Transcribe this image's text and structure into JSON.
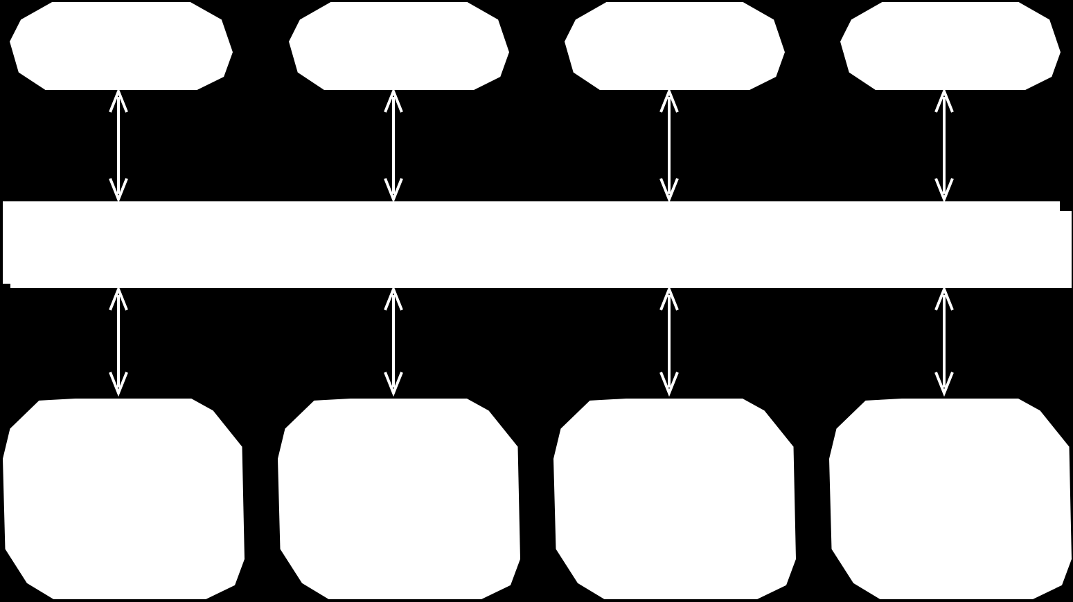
{
  "colors": {
    "background": "#000000",
    "shape_fill": "#ffffff",
    "arrow": "#ffffff"
  },
  "diagram": {
    "top_nodes": [
      {
        "shape": "octagon-ellipse",
        "label": ""
      },
      {
        "shape": "octagon-ellipse",
        "label": ""
      },
      {
        "shape": "octagon-ellipse",
        "label": ""
      },
      {
        "shape": "octagon-ellipse",
        "label": ""
      }
    ],
    "bus": {
      "shape": "rectangle",
      "label": ""
    },
    "bottom_nodes": [
      {
        "shape": "rounded-octagon",
        "label": ""
      },
      {
        "shape": "rounded-octagon",
        "label": ""
      },
      {
        "shape": "rounded-octagon",
        "label": ""
      },
      {
        "shape": "rounded-octagon",
        "label": ""
      }
    ],
    "connectors": [
      {
        "from": "top-node-1",
        "to": "bus",
        "direction": "bidirectional"
      },
      {
        "from": "top-node-2",
        "to": "bus",
        "direction": "bidirectional"
      },
      {
        "from": "top-node-3",
        "to": "bus",
        "direction": "bidirectional"
      },
      {
        "from": "top-node-4",
        "to": "bus",
        "direction": "bidirectional"
      },
      {
        "from": "bus",
        "to": "bottom-node-1",
        "direction": "bidirectional"
      },
      {
        "from": "bus",
        "to": "bottom-node-2",
        "direction": "bidirectional"
      },
      {
        "from": "bus",
        "to": "bottom-node-3",
        "direction": "bidirectional"
      },
      {
        "from": "bus",
        "to": "bottom-node-4",
        "direction": "bidirectional"
      }
    ]
  }
}
